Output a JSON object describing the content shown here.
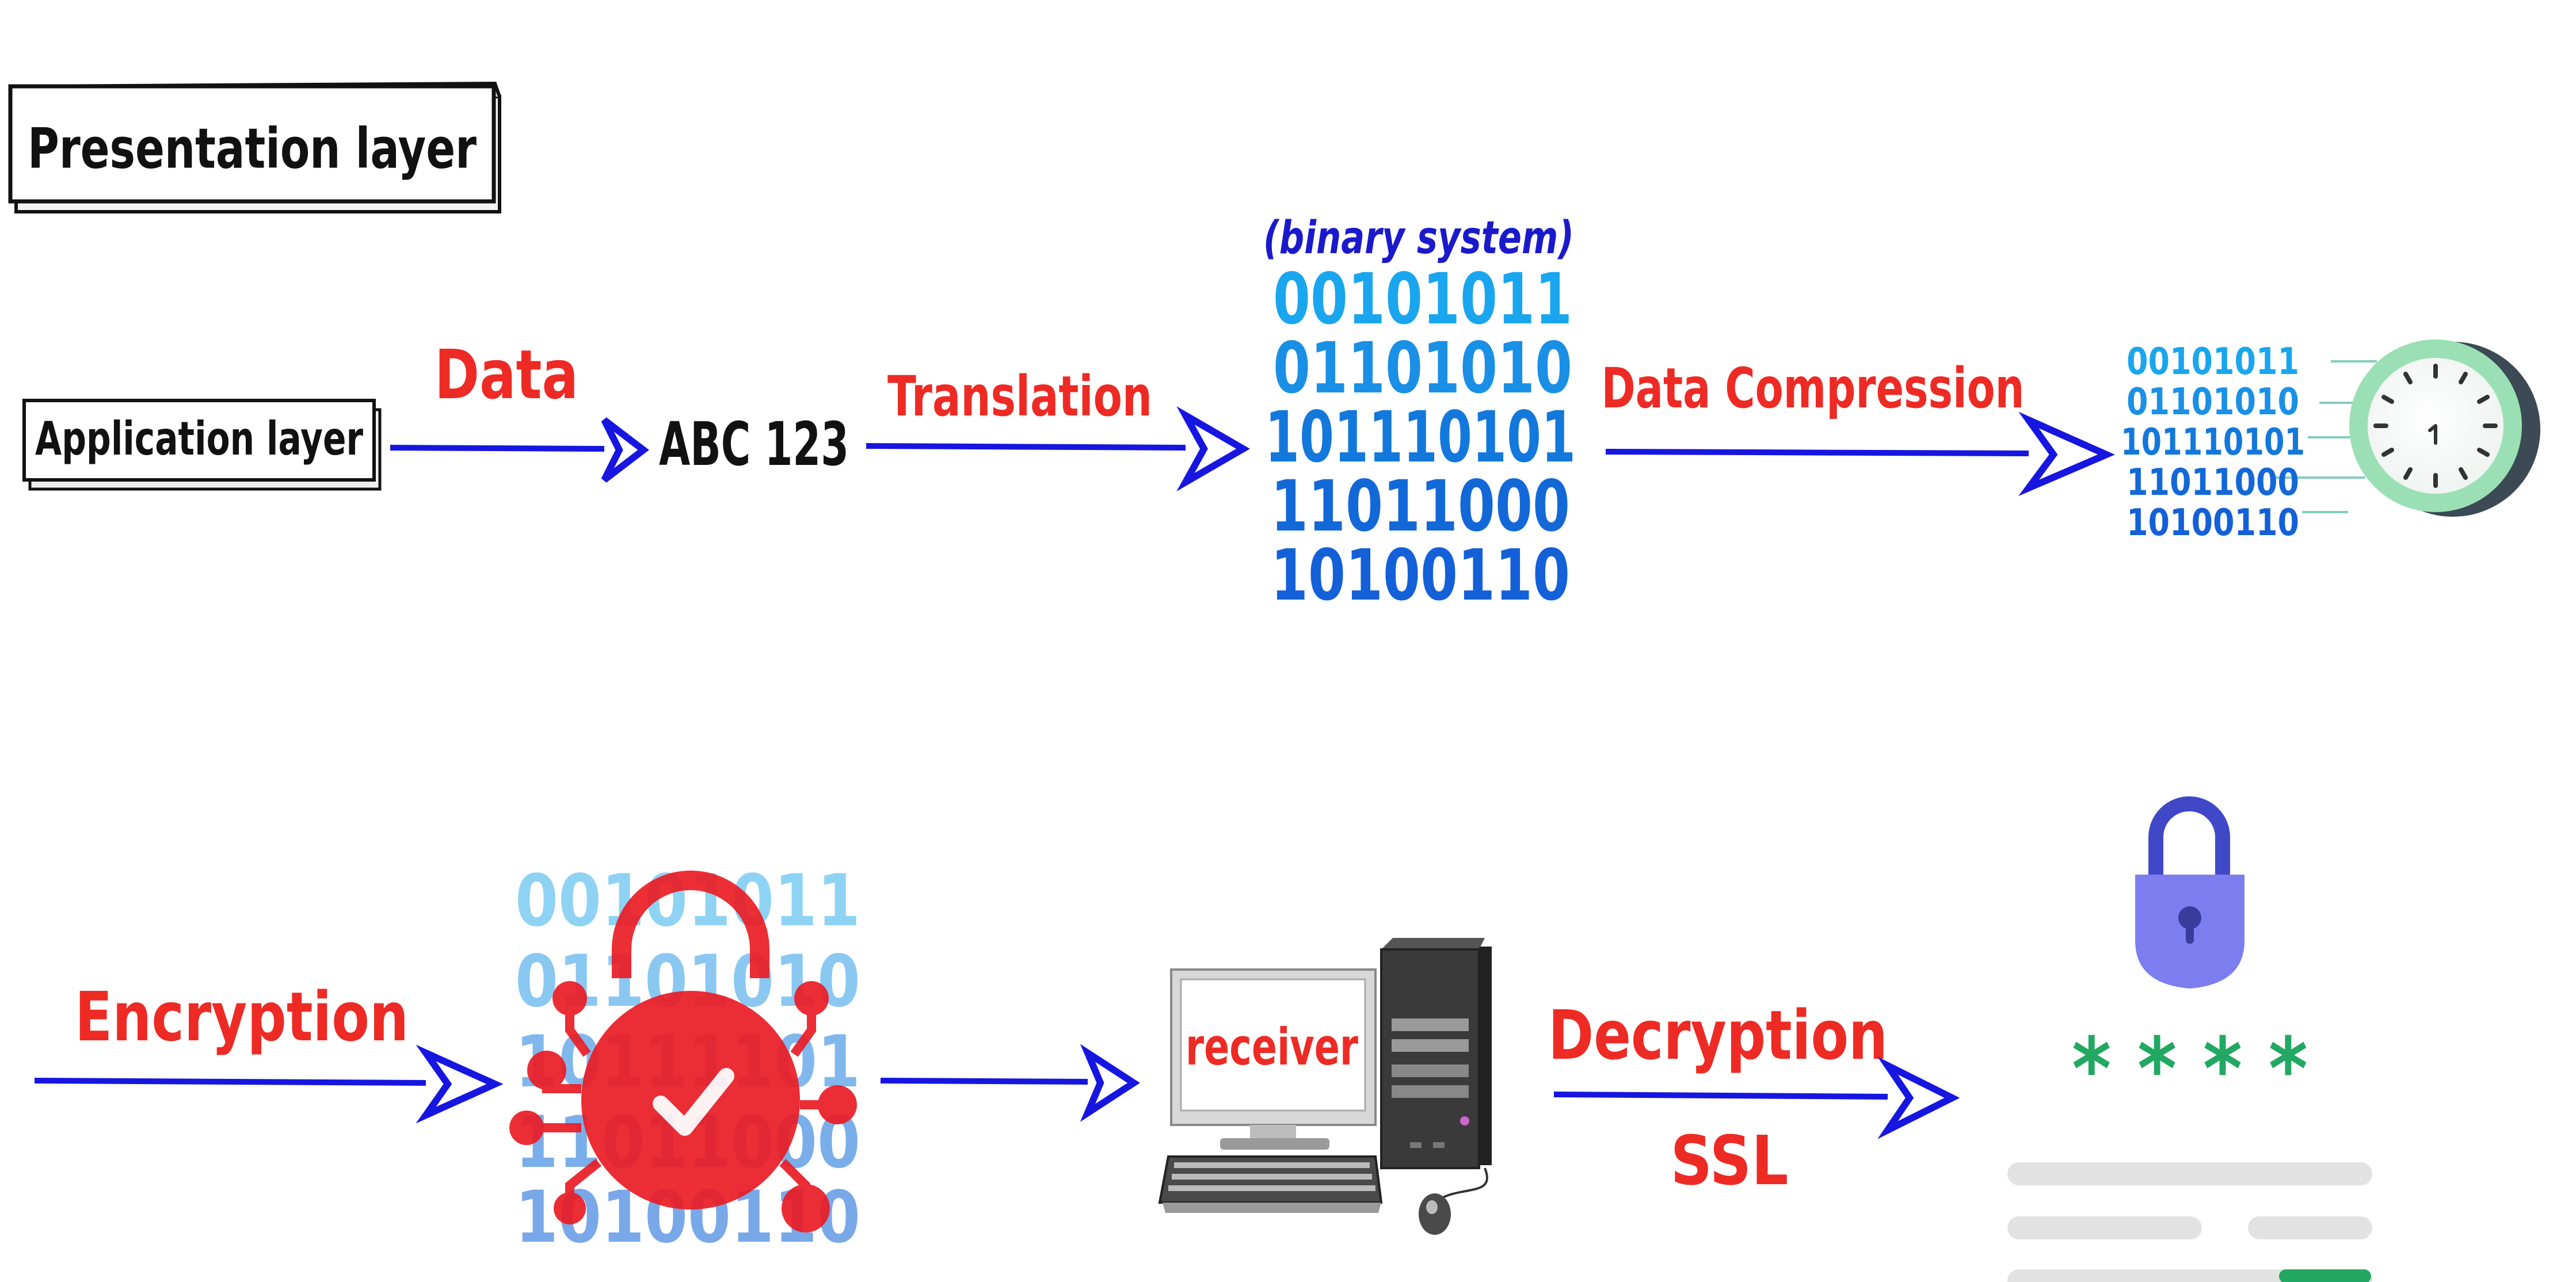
{
  "labels": {
    "presentation_layer": "Presentation layer",
    "application_layer": "Application layer",
    "data": "Data",
    "abc123": "ABC 123",
    "translation": "Translation",
    "binary_system": "(binary system)",
    "data_compression": "Data Compression",
    "encryption": "Encryption",
    "receiver": "receiver",
    "decryption": "Decryption",
    "ssl": "SSL",
    "password": "* * * *"
  },
  "binary_main": [
    "00101011",
    "01101010",
    "101110101",
    "11011000",
    "10100110"
  ],
  "binary_small": [
    "00101011",
    "01101010",
    "101110101",
    "11011000",
    "10100110"
  ],
  "binary_encrypted": [
    "00101011",
    "01101010",
    "10111101",
    "11011000",
    "10100110"
  ],
  "colors": {
    "label_red": "#ee2a24",
    "arrow_blue": "#1616e0",
    "binary_light": "#1aa6ee",
    "binary_dark": "#1360d8",
    "lock_red": "#ea1c24",
    "padlock_purple": "#7c7ef0",
    "password_green": "#22a862",
    "clock_green": "#9be0b4"
  }
}
